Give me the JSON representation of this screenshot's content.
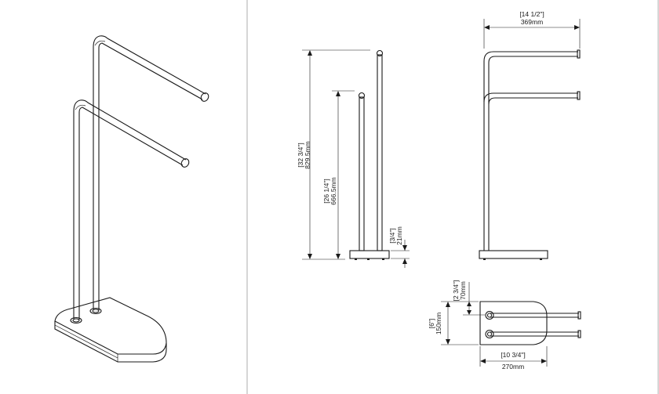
{
  "dimensions": {
    "width": {
      "inch": "[14 1/2\"]",
      "mm": "369mm"
    },
    "total_height": {
      "inch": "[32 3/4\"]",
      "mm": "829.5mm"
    },
    "lower_bar": {
      "inch": "[26 1/4\"]",
      "mm": "666.5mm"
    },
    "base_thick": {
      "inch": "[3/4\"]",
      "mm": "21mm"
    },
    "base_offset": {
      "inch": "[2 3/4\"]",
      "mm": "70mm"
    },
    "base_depth": {
      "inch": "[6\"]",
      "mm": "150mm"
    },
    "base_length": {
      "inch": "[10 3/4\"]",
      "mm": "270mm"
    }
  },
  "colors": {
    "line": "#1a1a1a",
    "divider": "#9a9a9a",
    "background": "#ffffff"
  }
}
